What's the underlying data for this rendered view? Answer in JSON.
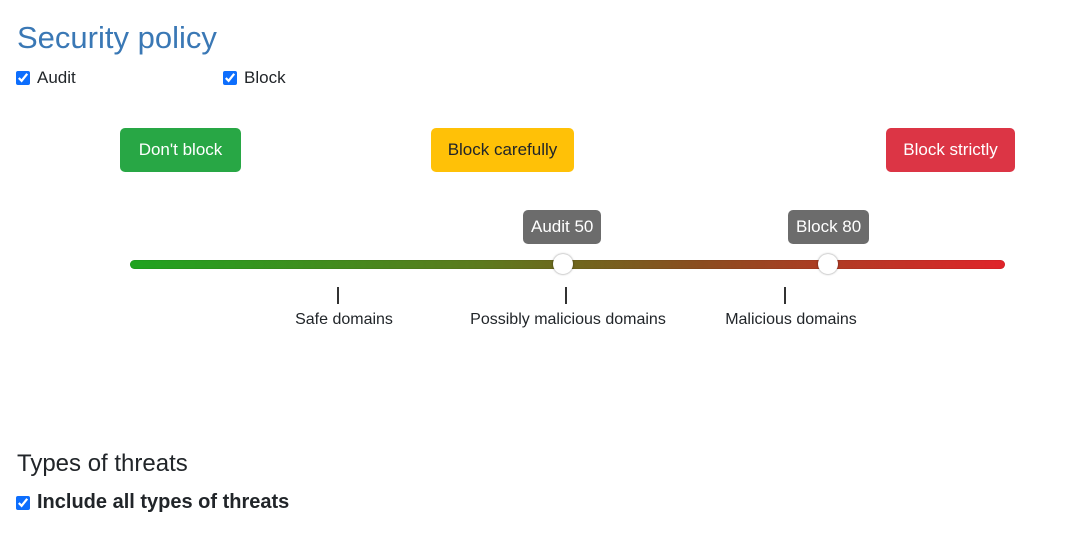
{
  "policy": {
    "title": "Security policy",
    "audit_label": "Audit",
    "audit_checked": true,
    "block_label": "Block",
    "block_checked": true
  },
  "presets": {
    "dont_block": "Don't block",
    "block_carefully": "Block carefully",
    "block_strictly": "Block strictly"
  },
  "slider": {
    "audit_value": 50,
    "block_value": 80,
    "audit_tooltip": "Audit 50",
    "block_tooltip": "Block 80",
    "ticks": [
      "Safe domains",
      "Possibly malicious domains",
      "Malicious domains"
    ],
    "colors": {
      "start": "#1fa31f",
      "end": "#e0242a"
    }
  },
  "threats": {
    "heading": "Types of threats",
    "include_all_label": "Include all types of threats",
    "include_all_checked": true
  },
  "colors": {
    "title": "#3a78b5",
    "green": "#28a745",
    "yellow": "#ffc107",
    "red": "#dc3545",
    "tooltip": "#6c6c6c"
  }
}
